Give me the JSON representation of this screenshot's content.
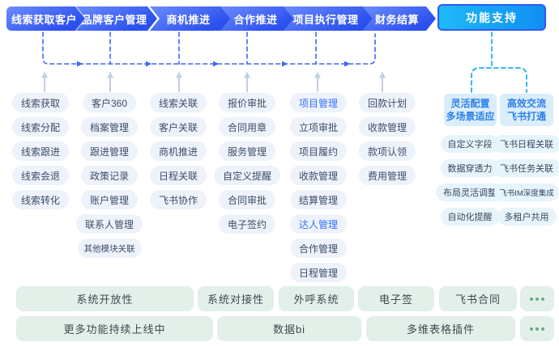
{
  "flow": {
    "steps": [
      "线索获取客户",
      "品牌客户管理",
      "商机推进",
      "合作推进",
      "项目执行管理",
      "财务结算"
    ],
    "support_label": "功能支持"
  },
  "columns": [
    {
      "name": "线索获取客户",
      "items": [
        {
          "label": "线索获取"
        },
        {
          "label": "线索分配"
        },
        {
          "label": "线索跟进"
        },
        {
          "label": "线索会退"
        },
        {
          "label": "线索转化"
        }
      ]
    },
    {
      "name": "品牌客户管理",
      "items": [
        {
          "label": "客户360"
        },
        {
          "label": "档案管理"
        },
        {
          "label": "跟进管理"
        },
        {
          "label": "政策记录"
        },
        {
          "label": "账户管理"
        },
        {
          "label": "联系人管理"
        },
        {
          "label": "其他模块关联",
          "small": true
        }
      ]
    },
    {
      "name": "商机推进",
      "items": [
        {
          "label": "线索关联"
        },
        {
          "label": "客户关联"
        },
        {
          "label": "商机推进"
        },
        {
          "label": "日程关联"
        },
        {
          "label": "飞书协作"
        }
      ]
    },
    {
      "name": "合作推进",
      "items": [
        {
          "label": "报价审批"
        },
        {
          "label": "合同用章"
        },
        {
          "label": "服务管理"
        },
        {
          "label": "自定义提醒"
        },
        {
          "label": "合同审批"
        },
        {
          "label": "电子签约"
        }
      ]
    },
    {
      "name": "项目执行管理",
      "items": [
        {
          "label": "项目管理",
          "highlight": true
        },
        {
          "label": "立项审批"
        },
        {
          "label": "项目履约"
        },
        {
          "label": "收款管理"
        },
        {
          "label": "结算管理"
        },
        {
          "label": "达人管理",
          "highlight": true
        },
        {
          "label": "合作管理"
        },
        {
          "label": "日程管理"
        }
      ]
    },
    {
      "name": "财务结算",
      "items": [
        {
          "label": "回款计划"
        },
        {
          "label": "收款管理"
        },
        {
          "label": "款项认领"
        },
        {
          "label": "费用管理"
        }
      ]
    }
  ],
  "support": {
    "groups": [
      {
        "title_line1": "灵活配置",
        "title_line2": "多场景适应",
        "items": [
          {
            "label": "自定义字段"
          },
          {
            "label": "数据穿透力"
          },
          {
            "label": "布局灵活调整"
          },
          {
            "label": "自动化提醒"
          }
        ]
      },
      {
        "title_line1": "高效交流",
        "title_line2": "飞书打通",
        "items": [
          {
            "label": "飞书日程关联"
          },
          {
            "label": "飞书任务关联"
          },
          {
            "label": "飞书IM深度集成",
            "small": true
          },
          {
            "label": "多租户共用"
          }
        ]
      }
    ]
  },
  "bottom": {
    "rows": [
      {
        "cells": [
          {
            "label": "系统开放性"
          },
          {
            "label": "系统对接性"
          },
          {
            "label": "外呼系统"
          },
          {
            "label": "电子签"
          },
          {
            "label": "飞书合同"
          },
          {
            "type": "dots"
          }
        ]
      },
      {
        "cells": [
          {
            "label": "更多功能持续上线中"
          },
          {
            "label": "数据bi"
          },
          {
            "label": "多维表格插件"
          },
          {
            "type": "dots"
          }
        ]
      }
    ]
  },
  "colors": {
    "page_bg": "#ffffff",
    "flow_gradient_start": "#6c8cfd",
    "flow_gradient_end": "#2b50ee",
    "support_btn_start": "#1fb9f7",
    "support_btn_end": "#0f8ff2",
    "support_btn_border": "#2f5bef",
    "connector_blue": "#3e68f6",
    "connector_cyan": "#21aef0",
    "connector_gray": "#c5cfe2",
    "pill_bg": "#eef2fa",
    "pill_text": "#3e4d68",
    "highlight_text": "#3370ff",
    "support_header_bg": "#daedfa",
    "support_header_text": "#2e80e8",
    "support_pill_bg": "#e7f4fc",
    "support_pill_text": "#36485c",
    "bottom_bg": "#e3efe9",
    "bottom_text": "#3c4b51",
    "dots": "#68ab91"
  }
}
